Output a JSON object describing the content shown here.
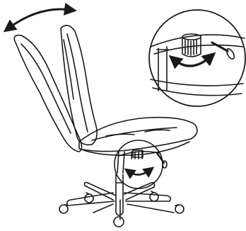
{
  "figure": {
    "background": "#ffffff",
    "stroke": "#1a1a1a",
    "depicts": [
      "office-chair",
      "backrest-recline-adjustment",
      "tilt-tension-knob",
      "height-adjustment-lever"
    ]
  },
  "annotations": {
    "recline_arrow": "double-headed-curved-arrow",
    "rotation_arrow_magnified": "double-headed-curved-arrow",
    "rotation_arrow_base": "double-headed-curved-arrow"
  }
}
